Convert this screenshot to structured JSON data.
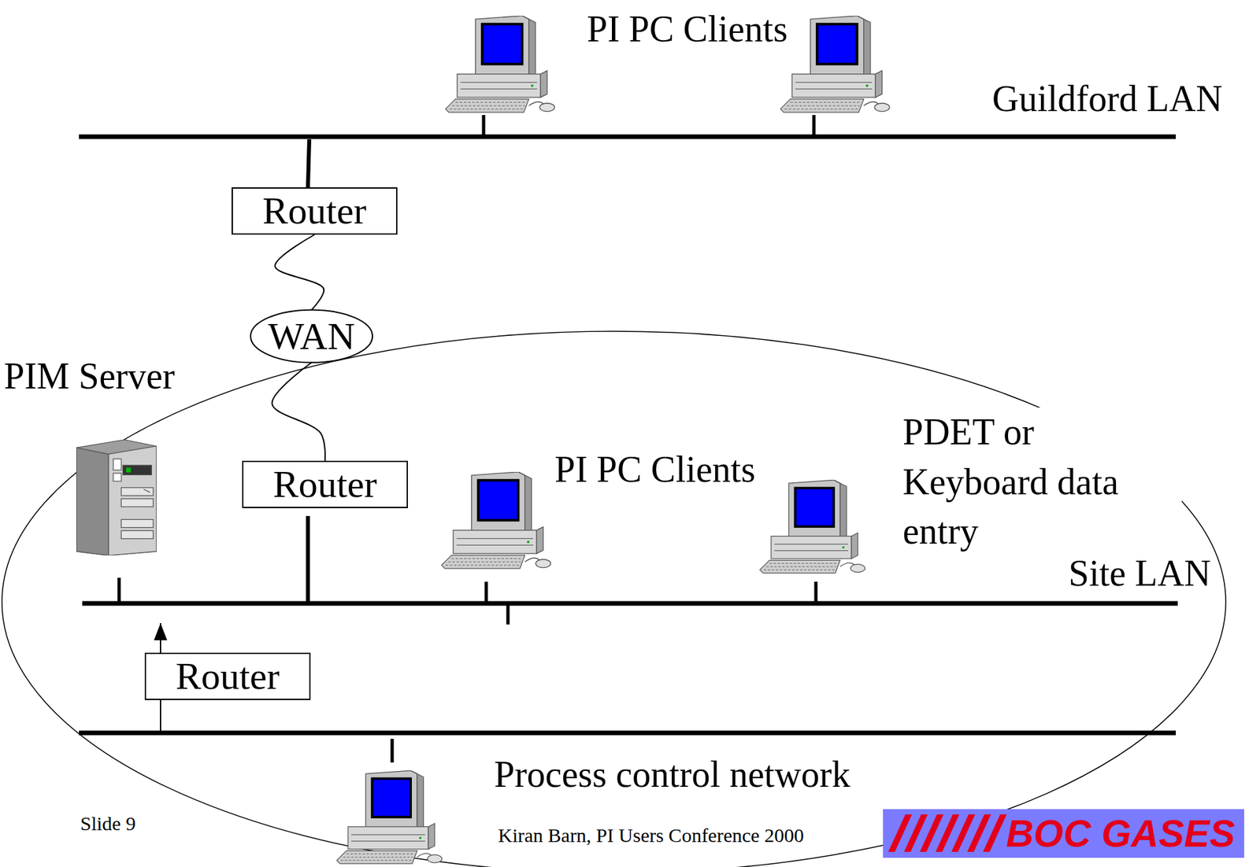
{
  "diagram": {
    "nodes": [
      {
        "text": [
          "Router"
        ]
      },
      {
        "text": [
          "WAN"
        ]
      },
      {
        "text": [
          "Router"
        ]
      },
      {
        "text": [
          "Router"
        ]
      },
      {
        "text": [
          "BOC GASES"
        ]
      }
    ],
    "edges": [
      {
        "from": 0,
        "to": 1,
        "arrow": "none"
      },
      {
        "from": 1,
        "to": 2,
        "arrow": "none"
      }
    ],
    "labels": [
      "PI PC Clients",
      "Guildford LAN",
      "PIM Server",
      "PI PC Clients",
      "PDET or Keyboard data entry",
      "Site LAN",
      "Process control network",
      "Slide 9",
      "Kiran Barn, PI Users Conference 2000"
    ]
  }
}
